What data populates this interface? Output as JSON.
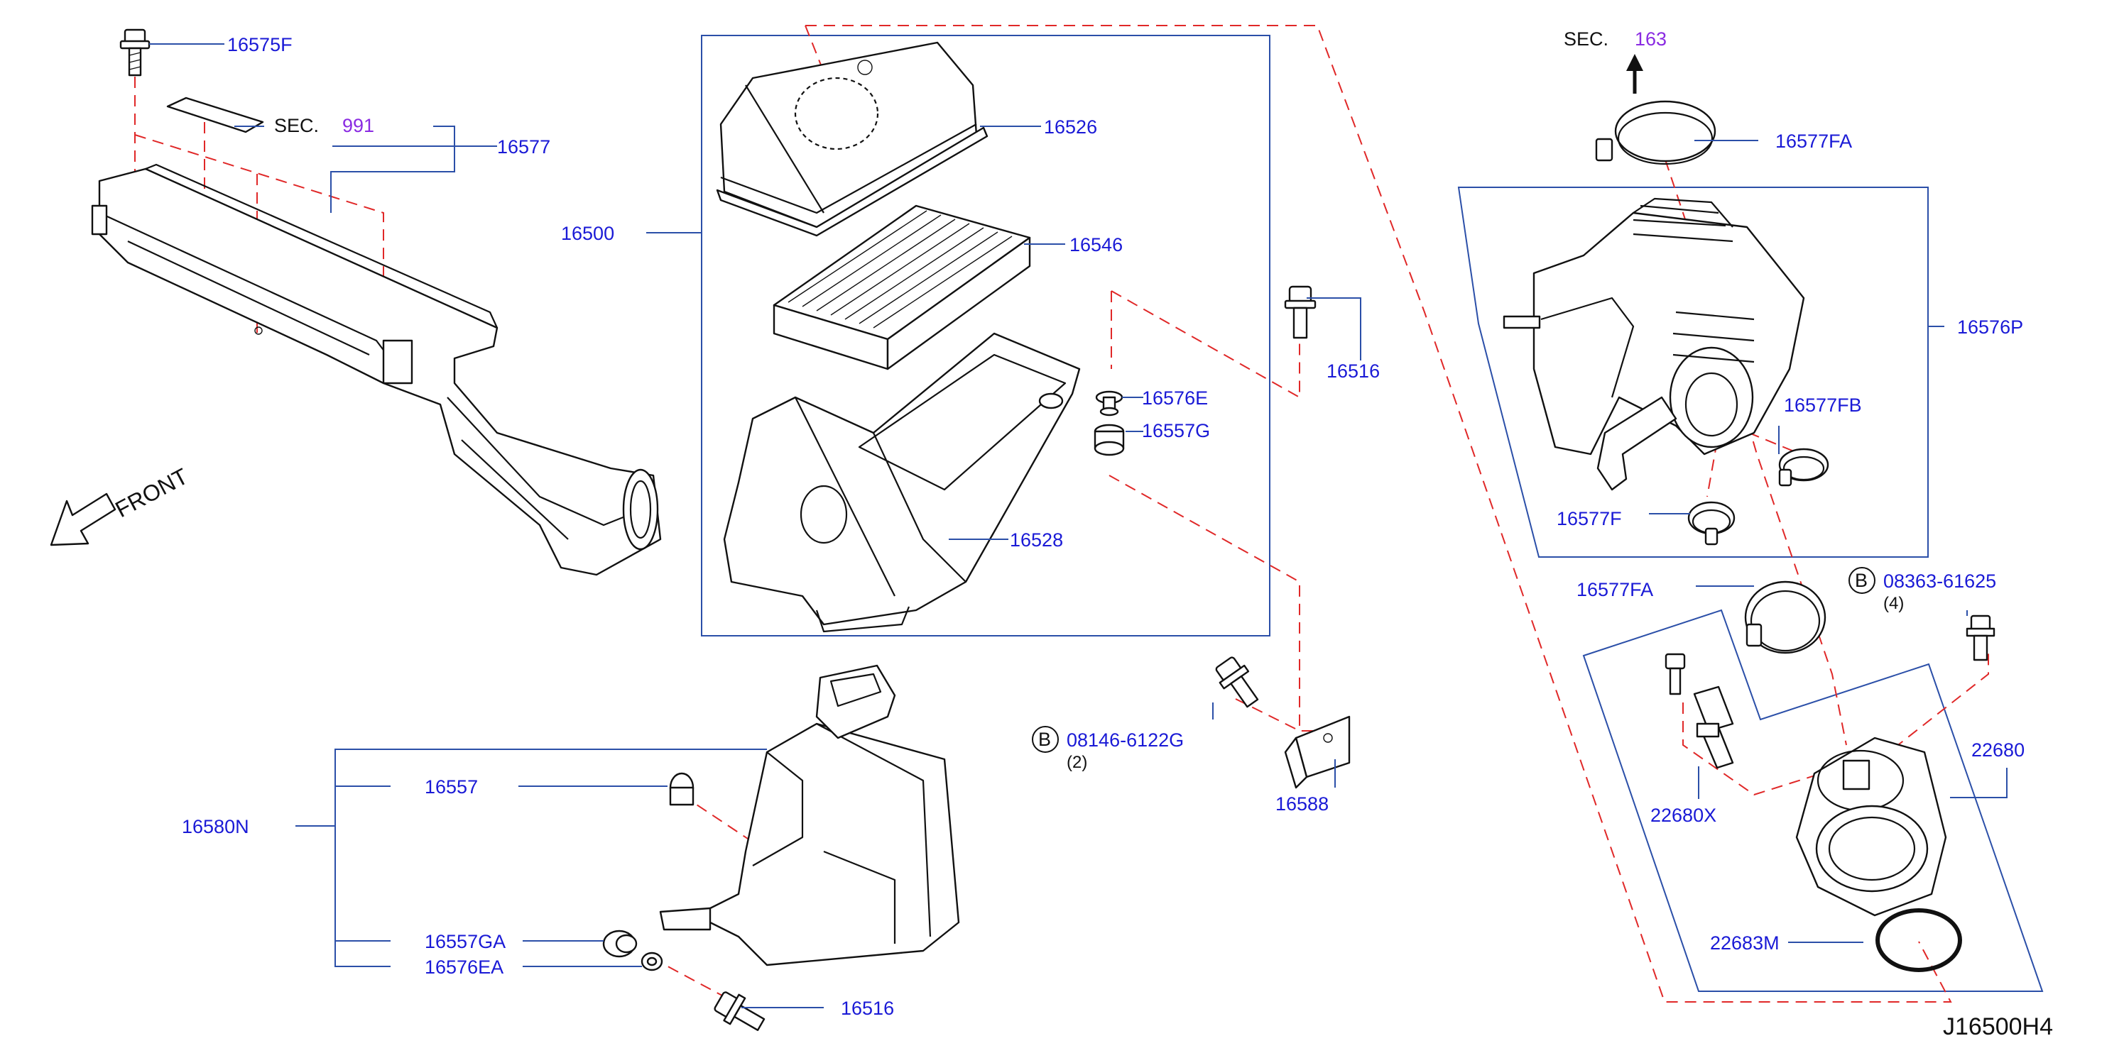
{
  "diagram": {
    "id": "J16500H4",
    "front_label": "FRONT",
    "sec_text": "SEC.",
    "sec_refs": [
      "991",
      "163"
    ],
    "b_symbol": "B",
    "callouts": {
      "c16575F": "16575F",
      "c16577": "16577",
      "c16500": "16500",
      "c16526": "16526",
      "c16546": "16546",
      "c16528": "16528",
      "c16516_top": "16516",
      "c16576E": "16576E",
      "c16557G": "16557G",
      "c08146": "08146-6122G",
      "q08146": "(2)",
      "c16588": "16588",
      "c16580N": "16580N",
      "c16557": "16557",
      "c16557GA": "16557GA",
      "c16576EA": "16576EA",
      "c16516_bottom": "16516",
      "c16577FA_top": "16577FA",
      "c16576P": "16576P",
      "c16577FB": "16577FB",
      "c16577F": "16577F",
      "c16577FA_mid": "16577FA",
      "c08363": "08363-61625",
      "q08363": "(4)",
      "c22680": "22680",
      "c22680X": "22680X",
      "c22683M": "22683M"
    }
  },
  "colors": {
    "callout_text": "#1a1ad6",
    "leader_lines": "#2b4fa8",
    "dashed_paths": "#e02828",
    "sec_reference": "#8a2be2",
    "parts_outline": "#111111"
  }
}
